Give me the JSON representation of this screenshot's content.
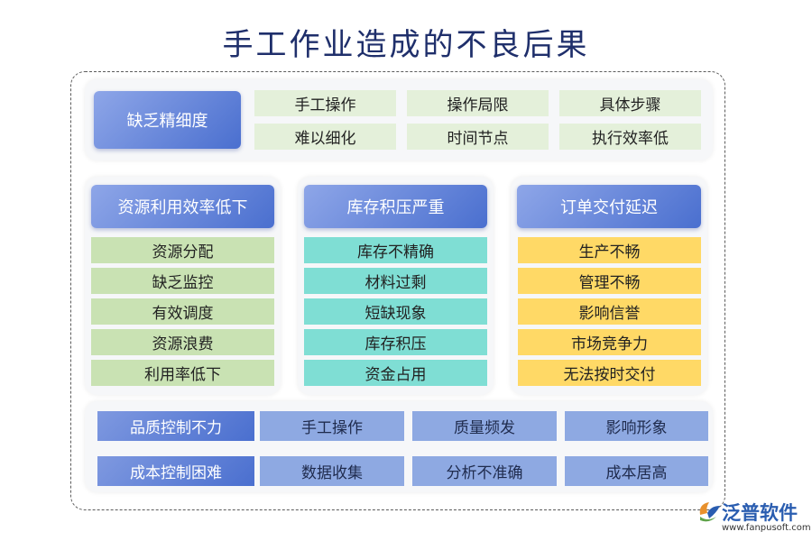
{
  "title": "手工作业造成的不良后果",
  "top": {
    "header": "缺乏精细度",
    "cells": [
      "手工操作",
      "操作局限",
      "具体步骤",
      "难以细化",
      "时间节点",
      "执行效率低"
    ]
  },
  "columns": [
    {
      "header": "资源利用效率低下",
      "items": [
        "资源分配",
        "缺乏监控",
        "有效调度",
        "资源浪费",
        "利用率低下"
      ]
    },
    {
      "header": "库存积压严重",
      "items": [
        "库存不精确",
        "材料过剩",
        "短缺现象",
        "库存积压",
        "资金占用"
      ]
    },
    {
      "header": "订单交付延迟",
      "items": [
        "生产不畅",
        "管理不畅",
        "影响信誉",
        "市场竞争力",
        "无法按时交付"
      ]
    }
  ],
  "bottom": {
    "rows": [
      {
        "header": "品质控制不力",
        "cells": [
          "手工操作",
          "质量频发",
          "影响形象"
        ]
      },
      {
        "header": "成本控制困难",
        "cells": [
          "数据收集",
          "分析不准确",
          "成本居高"
        ]
      }
    ]
  },
  "logo": {
    "name": "泛普软件",
    "url": "www.fanpusoft.com"
  }
}
